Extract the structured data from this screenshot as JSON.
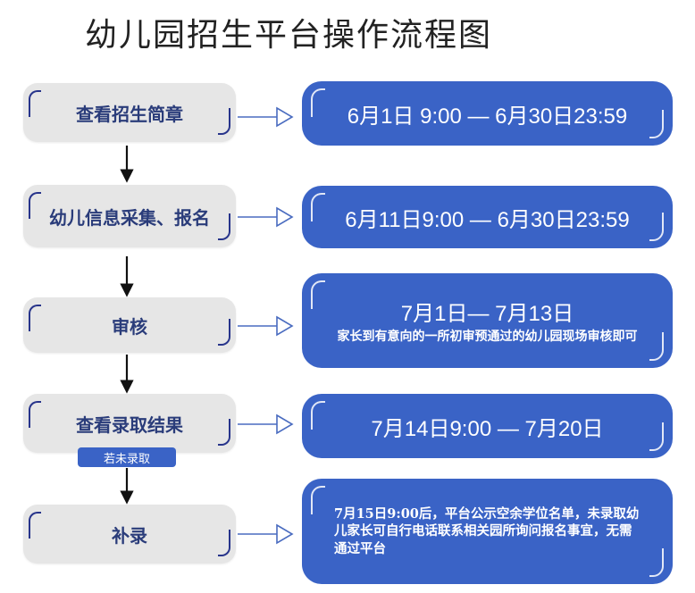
{
  "title": "幼儿园招生平台操作流程图",
  "steps": [
    {
      "label": "查看招生简章",
      "time": "6月1日 9:00 — 6月30日23:59",
      "note": ""
    },
    {
      "label": "幼儿信息采集、报名",
      "time": "6月11日9:00 — 6月30日23:59",
      "note": ""
    },
    {
      "label": "审核",
      "time": "7月1日— 7月13日",
      "note": "家长到有意向的一所初审预通过的幼儿园现场审核即可"
    },
    {
      "label": "查看录取结果",
      "time": "7月14日9:00 — 7月20日",
      "note": ""
    },
    {
      "label": "补录",
      "time": "",
      "note": "7月15日9:00后，平台公示空余学位名单，未录取幼儿家长可自行电话联系相关园所询问报名事宜，无需通过平台"
    }
  ],
  "branch_label": "若未录取",
  "colors": {
    "step_bg": "#e6e6e6",
    "step_text": "#2a3c7a",
    "info_bg": "#3a63c6",
    "arrow": "#4a6cc0"
  }
}
